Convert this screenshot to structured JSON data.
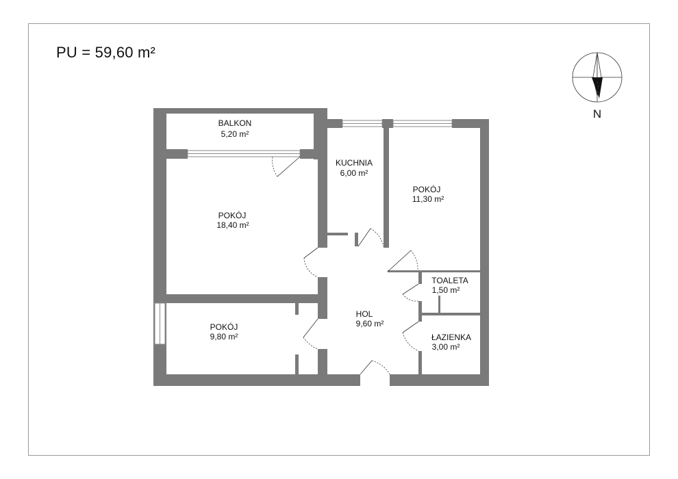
{
  "plan": {
    "usable_area": "PU = 59,60 m²",
    "north_label": "N"
  },
  "rooms": [
    {
      "id": "balkon",
      "name": "BALKON",
      "area": "5,20 m²"
    },
    {
      "id": "kuchnia",
      "name": "KUCHNIA",
      "area": "6,00 m²"
    },
    {
      "id": "pokoj-ne",
      "name": "POKÓJ",
      "area": "11,30 m²"
    },
    {
      "id": "pokoj-w",
      "name": "POKÓJ",
      "area": "18,40 m²"
    },
    {
      "id": "toaleta",
      "name": "TOALETA",
      "area": "1,50 m²"
    },
    {
      "id": "hol",
      "name": "HOL",
      "area": "9,60 m²"
    },
    {
      "id": "pokoj-sw",
      "name": "POKÓJ",
      "area": "9,80 m²"
    },
    {
      "id": "lazienka",
      "name": "ŁAZIENKA",
      "area": "3,00 m²"
    }
  ],
  "colors": {
    "wall": "#7a7a7a",
    "window": "#c8c8c8",
    "line": "#333333",
    "frame": "#9a9a9a"
  }
}
